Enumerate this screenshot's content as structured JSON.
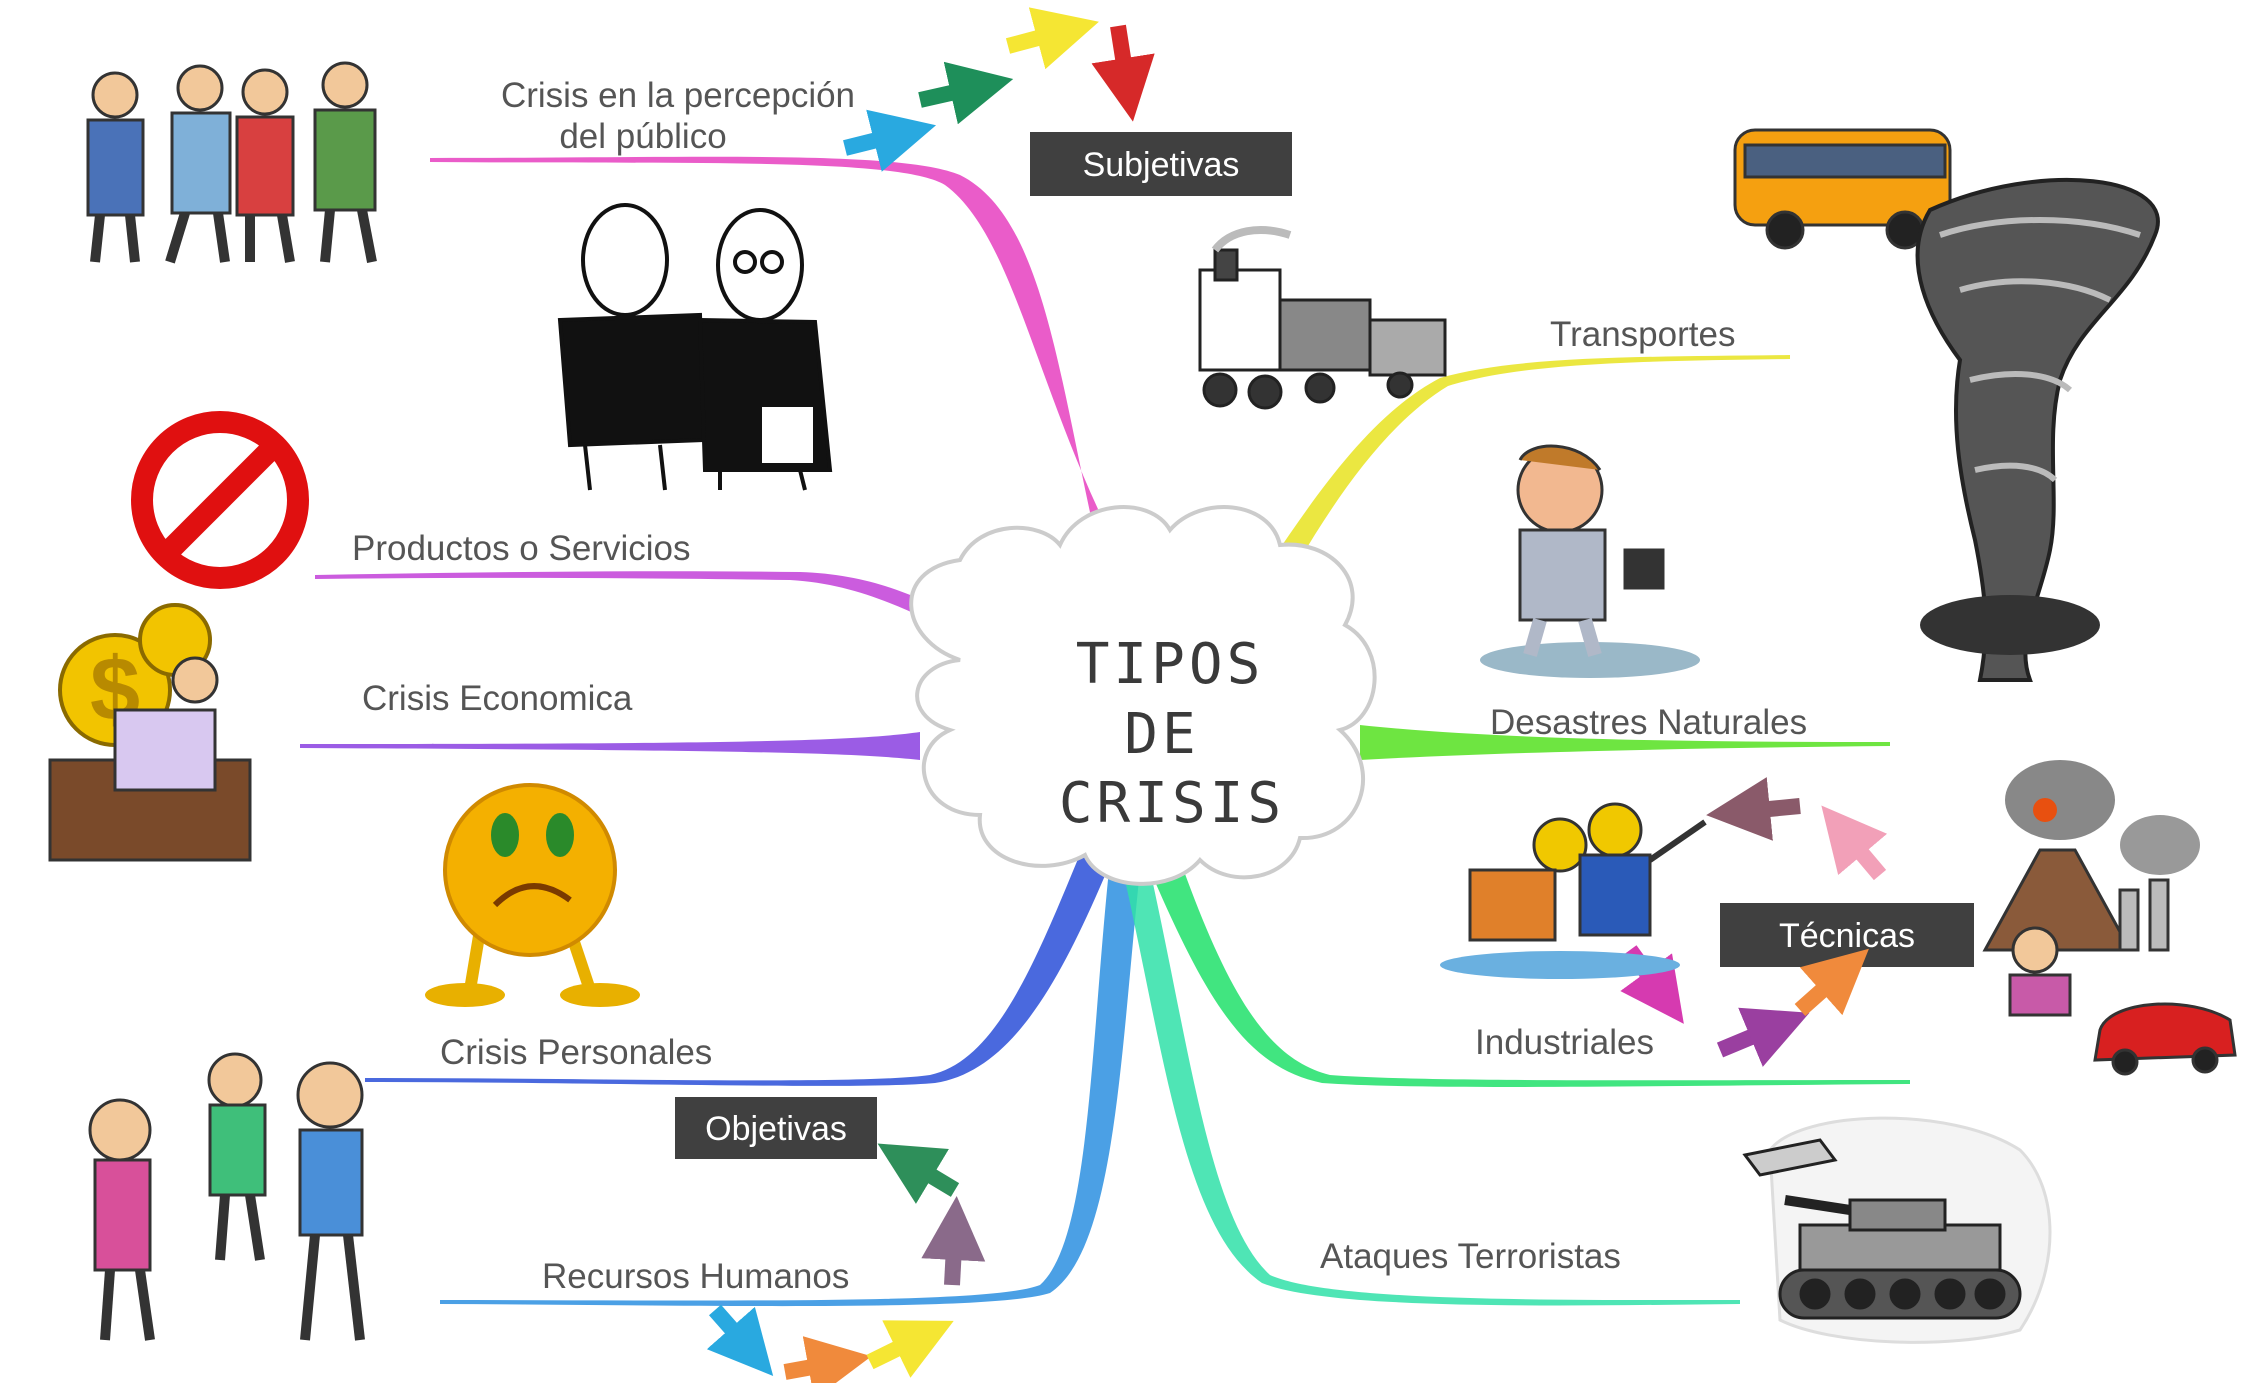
{
  "center": {
    "lines": [
      "TIPOS",
      "DE",
      "CRISIS"
    ]
  },
  "groups": {
    "subjective": "Subjetivas",
    "technical": "Técnicas",
    "objective": "Objetivas"
  },
  "branches": {
    "public_perception": [
      "Crisis en la percepción",
      "del público"
    ],
    "products": "Productos o Servicios",
    "economic": "Crisis Economica",
    "personal": "Crisis Personales",
    "human_resources": "Recursos Humanos",
    "transport": "Transportes",
    "natural": "Desastres Naturales",
    "industrial": "Industriales",
    "terrorist": "Ataques Terroristas"
  },
  "illustrations": [
    "arguing-people-icon",
    "whispering-men-icon",
    "prohibition-sign-icon",
    "money-bag-icon",
    "sad-face-icon",
    "family-icon",
    "train-icon",
    "bus-icon",
    "tornado-icon",
    "flood-man-icon",
    "workers-icon",
    "volcano-icon",
    "tank-icon"
  ],
  "colors": {
    "public_perception": "#e63fc0",
    "products": "#c23fd8",
    "economic": "#8a3fe0",
    "personal": "#2a4fd8",
    "human_resources": "#2b8fe0",
    "transport": "#e8e320",
    "natural": "#55e020",
    "industrial": "#20e06a",
    "terrorist": "#30e0a8",
    "tag": "#404040"
  }
}
